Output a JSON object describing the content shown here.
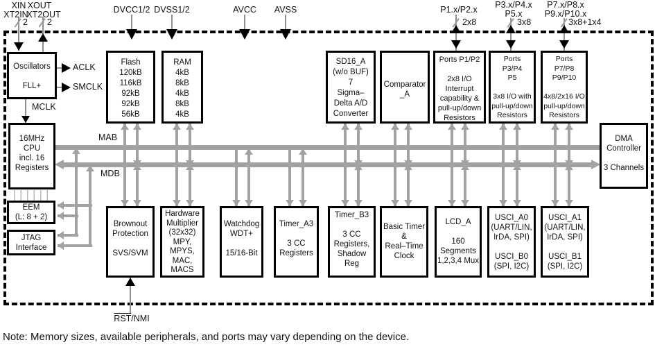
{
  "colors": {
    "bus_gray": "#a2a2a2",
    "pin_line_gray": "#8f8f8f",
    "block_border": "#000000",
    "background": "#ffffff"
  },
  "note": "Note: Memory sizes, available peripherals, and ports may vary depending on the device.",
  "buses": {
    "mab": "MAB",
    "mdb": "MDB"
  },
  "clocks": {
    "aclk": "ACLK",
    "smclk": "SMCLK",
    "mclk": "MCLK"
  },
  "pins": {
    "xin": "XIN",
    "xt2in": "XT2IN",
    "xout": "XOUT",
    "xt2out": "XT2OUT",
    "xin_width": "2",
    "xout_width": "2",
    "dvcc": "DVCC1/2",
    "dvss": "DVSS1/2",
    "avcc": "AVCC",
    "avss": "AVSS",
    "p12": "P1.x/P2.x",
    "p12_width": "2x8",
    "p34": "P3.x/P4.x",
    "p5": "P5.x",
    "p345_width": "3x8",
    "p78": "P7.x/P8.x",
    "p910": "P9.x/P10.x",
    "p78_width": "3x8+1x4",
    "rst": "RST",
    "rst_suffix": "/NMI"
  },
  "blocks": {
    "oscillators": "Oscillators\n\nFLL+",
    "flash": "Flash\n120kB\n116kB\n92kB\n92kB\n56kB",
    "ram": "RAM\n4kB\n8kB\n4kB\n8kB\n4kB",
    "sd16": "SD16_A\n(w/o BUF)\n7\nSigma–\nDelta A/D\nConverter",
    "comparator": "Comparator\n_A",
    "ports12": "Ports P1/P2\n\n2x8 I/O\nInterrupt\ncapability &\npull-up/down\nResistors",
    "ports345": "Ports\nP3/P4\nP5\n\n3x8 I/O with\npull-up/down\nResistors",
    "ports78910": "Ports\nP7/P8\nP9/P10\n\n4x8/2x16 I/O\npull-up/down\nResistors",
    "dma": "DMA\nController\n\n3 Channels",
    "cpu": "16MHz\nCPU\nincl. 16\nRegisters",
    "eem": "EEM\n(L: 8 + 2)",
    "jtag": "JTAG\nInterface",
    "brownout": "Brownout\nProtection\n\nSVS/SVM",
    "multiplier": "Hardware\nMultiplier\n(32x32)\nMPY,\nMPYS,\nMAC,\nMACS",
    "watchdog": "Watchdog\nWDT+\n\n15/16-Bit",
    "timer_a3": "Timer_A3\n\n3 CC\nRegisters",
    "timer_b3": "Timer_B3\n\n3 CC\nRegisters,\nShadow\nReg",
    "basic_timer": "Basic Timer\n&\nReal–Time\nClock",
    "lcd_a": "LCD_A\n\n160\nSegments\n1,2,3,4 Mux",
    "usci_a0": "USCI_A0\n(UART/LIN,\nIrDA, SPI)\n\nUSCI_B0\n(SPI, I2C)",
    "usci_a1": "USCI_A1\n(UART/LIN,\nIrDA, SPI)\n\nUSCI_B1\n(SPI, I2C)"
  }
}
